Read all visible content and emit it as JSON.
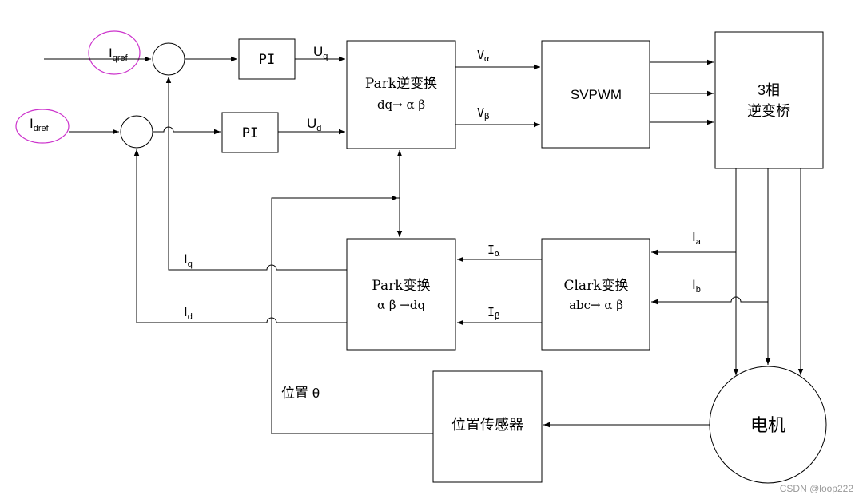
{
  "inputs": {
    "iq_ref": {
      "main": "I",
      "sub": "qref"
    },
    "id_ref": {
      "main": "I",
      "sub": "dref"
    }
  },
  "blocks": {
    "pi_q": "PI",
    "pi_d": "PI",
    "inv_park": {
      "line1": "Park逆变换",
      "line2": "dq→ α β"
    },
    "svpwm": "SVPWM",
    "inverter": {
      "line1": "3相",
      "line2": "逆变桥"
    },
    "park": {
      "line1": "Park变换",
      "line2": "α β →dq"
    },
    "clark": {
      "line1": "Clark变换",
      "line2": "abc→ α β"
    },
    "position_sensor": "位置传感器",
    "motor": "电机"
  },
  "signals": {
    "uq": {
      "main": "U",
      "sub": "q"
    },
    "ud": {
      "main": "U",
      "sub": "d"
    },
    "v_alpha": {
      "main": "V",
      "sub": "α"
    },
    "v_beta": {
      "main": "V",
      "sub": "β"
    },
    "i_alpha": {
      "main": "I",
      "sub": "α"
    },
    "i_beta": {
      "main": "I",
      "sub": "β"
    },
    "ia": {
      "main": "I",
      "sub": "a"
    },
    "ib": {
      "main": "I",
      "sub": "b"
    },
    "iq": {
      "main": "I",
      "sub": "q"
    },
    "id": {
      "main": "I",
      "sub": "d"
    },
    "theta": "位置 θ"
  },
  "highlight_color": "#cc33cc",
  "watermark": "CSDN @loop222"
}
